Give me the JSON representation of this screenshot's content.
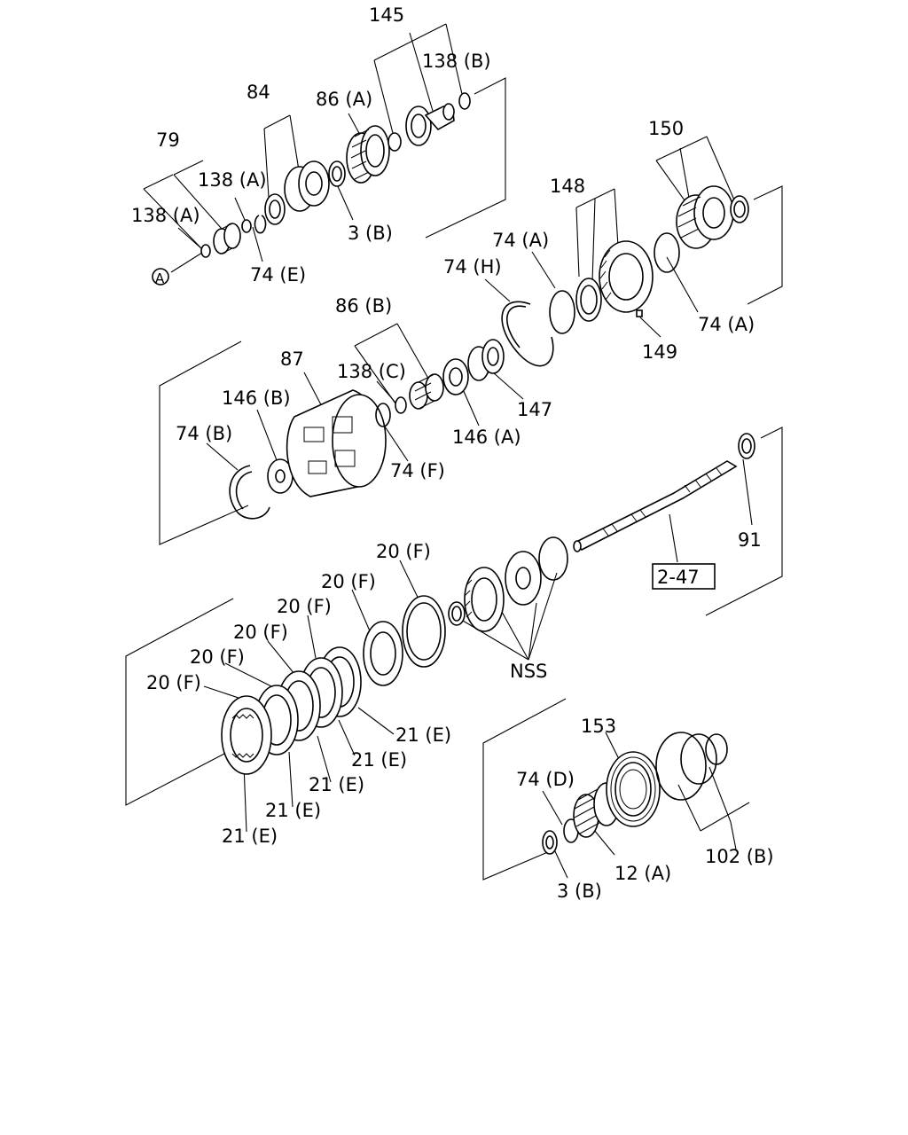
{
  "diagram": {
    "labels": {
      "p145": "145",
      "p138b": "138 (B)",
      "p84": "84",
      "p86a": "86 (A)",
      "p79": "79",
      "p138a_1": "138 (A)",
      "p138a_2": "138 (A)",
      "p3b_1": "3 (B)",
      "p74e": "74 (E)",
      "pA": "A",
      "p150": "150",
      "p148": "148",
      "p74a_1": "74 (A)",
      "p74h": "74 (H)",
      "p74a_2": "74 (A)",
      "p149": "149",
      "p86b": "86 (B)",
      "p87": "87",
      "p138c": "138 (C)",
      "p146b": "146 (B)",
      "p147": "147",
      "p74b": "74 (B)",
      "p146a": "146 (A)",
      "p74f": "74 (F)",
      "p91": "91",
      "p247": "2-47",
      "p20f_1": "20 (F)",
      "p20f_2": "20 (F)",
      "p20f_3": "20 (F)",
      "p20f_4": "20 (F)",
      "p20f_5": "20 (F)",
      "p20f_6": "20 (F)",
      "nss": "NSS",
      "p21e_1": "21 (E)",
      "p21e_2": "21 (E)",
      "p21e_3": "21 (E)",
      "p21e_4": "21 (E)",
      "p21e_5": "21 (E)",
      "p153": "153",
      "p74d": "74 (D)",
      "p102b": "102 (B)",
      "p12a": "12 (A)",
      "p3b_2": "3 (B)"
    }
  }
}
